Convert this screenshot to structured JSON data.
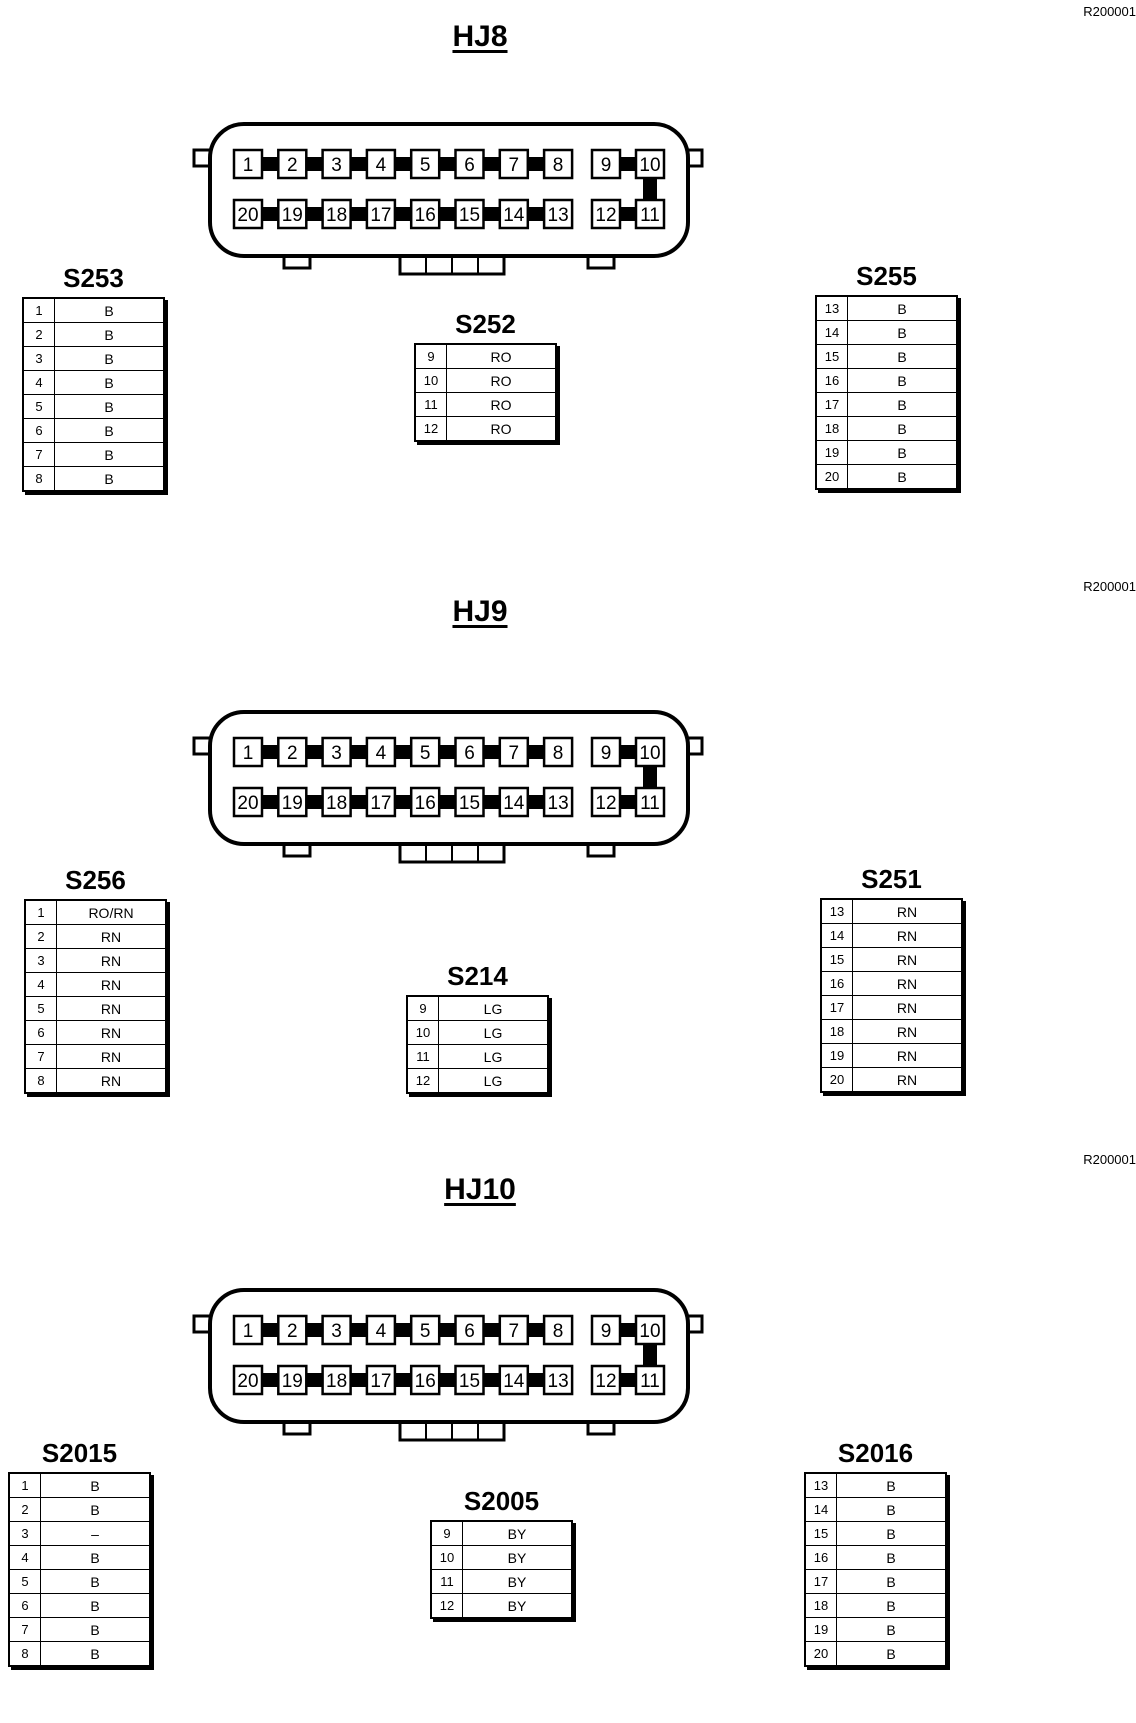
{
  "reference": "R200001",
  "connector_pins": {
    "top": [
      "1",
      "2",
      "3",
      "4",
      "5",
      "6",
      "7",
      "8",
      "9",
      "10"
    ],
    "bottom": [
      "20",
      "19",
      "18",
      "17",
      "16",
      "15",
      "14",
      "13",
      "12",
      "11"
    ]
  },
  "sections": [
    {
      "title": "HJ8",
      "left": {
        "name": "S253",
        "rows": [
          [
            "1",
            "B"
          ],
          [
            "2",
            "B"
          ],
          [
            "3",
            "B"
          ],
          [
            "4",
            "B"
          ],
          [
            "5",
            "B"
          ],
          [
            "6",
            "B"
          ],
          [
            "7",
            "B"
          ],
          [
            "8",
            "B"
          ]
        ]
      },
      "center": {
        "name": "S252",
        "rows": [
          [
            "9",
            "RO"
          ],
          [
            "10",
            "RO"
          ],
          [
            "11",
            "RO"
          ],
          [
            "12",
            "RO"
          ]
        ]
      },
      "right": {
        "name": "S255",
        "rows": [
          [
            "13",
            "B"
          ],
          [
            "14",
            "B"
          ],
          [
            "15",
            "B"
          ],
          [
            "16",
            "B"
          ],
          [
            "17",
            "B"
          ],
          [
            "18",
            "B"
          ],
          [
            "19",
            "B"
          ],
          [
            "20",
            "B"
          ]
        ]
      }
    },
    {
      "title": "HJ9",
      "left": {
        "name": "S256",
        "rows": [
          [
            "1",
            "RO/RN"
          ],
          [
            "2",
            "RN"
          ],
          [
            "3",
            "RN"
          ],
          [
            "4",
            "RN"
          ],
          [
            "5",
            "RN"
          ],
          [
            "6",
            "RN"
          ],
          [
            "7",
            "RN"
          ],
          [
            "8",
            "RN"
          ]
        ]
      },
      "center": {
        "name": "S214",
        "rows": [
          [
            "9",
            "LG"
          ],
          [
            "10",
            "LG"
          ],
          [
            "11",
            "LG"
          ],
          [
            "12",
            "LG"
          ]
        ]
      },
      "right": {
        "name": "S251",
        "rows": [
          [
            "13",
            "RN"
          ],
          [
            "14",
            "RN"
          ],
          [
            "15",
            "RN"
          ],
          [
            "16",
            "RN"
          ],
          [
            "17",
            "RN"
          ],
          [
            "18",
            "RN"
          ],
          [
            "19",
            "RN"
          ],
          [
            "20",
            "RN"
          ]
        ]
      }
    },
    {
      "title": "HJ10",
      "left": {
        "name": "S2015",
        "rows": [
          [
            "1",
            "B"
          ],
          [
            "2",
            "B"
          ],
          [
            "3",
            "–"
          ],
          [
            "4",
            "B"
          ],
          [
            "5",
            "B"
          ],
          [
            "6",
            "B"
          ],
          [
            "7",
            "B"
          ],
          [
            "8",
            "B"
          ]
        ]
      },
      "center": {
        "name": "S2005",
        "rows": [
          [
            "9",
            "BY"
          ],
          [
            "10",
            "BY"
          ],
          [
            "11",
            "BY"
          ],
          [
            "12",
            "BY"
          ]
        ]
      },
      "right": {
        "name": "S2016",
        "rows": [
          [
            "13",
            "B"
          ],
          [
            "14",
            "B"
          ],
          [
            "15",
            "B"
          ],
          [
            "16",
            "B"
          ],
          [
            "17",
            "B"
          ],
          [
            "18",
            "B"
          ],
          [
            "19",
            "B"
          ],
          [
            "20",
            "B"
          ]
        ]
      }
    }
  ]
}
